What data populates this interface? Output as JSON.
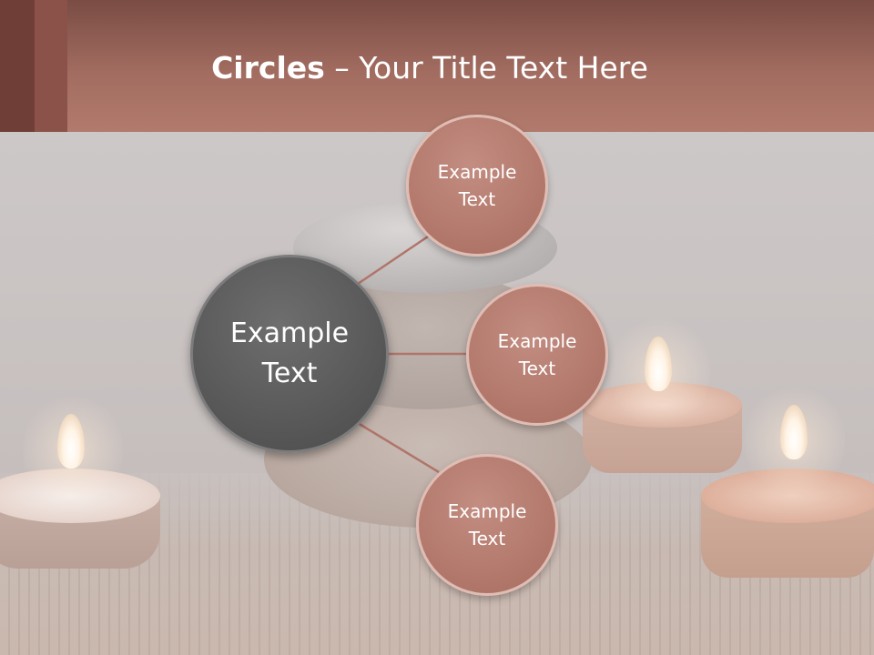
{
  "title": {
    "bold": "Circles",
    "separator": " – ",
    "rest": "Your Title Text Here"
  },
  "diagram": {
    "center": {
      "label": "Example\nText"
    },
    "nodes": [
      {
        "label": "Example\nText"
      },
      {
        "label": "Example\nText"
      },
      {
        "label": "Example\nText"
      }
    ]
  },
  "colors": {
    "header": "#a26c60",
    "center_circle": "#555555",
    "node_circle": "#b07669",
    "connector": "#b0756a"
  }
}
